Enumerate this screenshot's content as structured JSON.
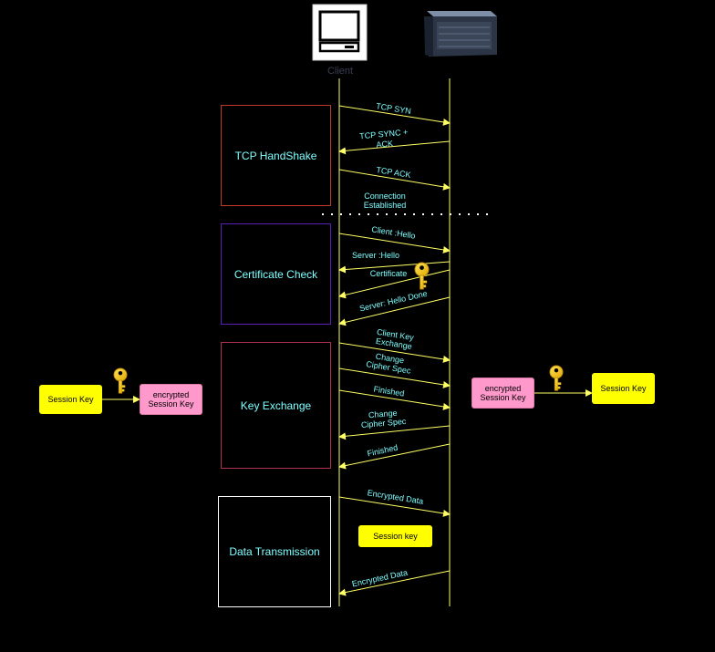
{
  "client_label": "Client",
  "phases": {
    "tcp": "TCP HandShake",
    "cert": "Certificate Check",
    "key": "Key Exchange",
    "data": "Data Transmission"
  },
  "messages": {
    "tcp_syn": "TCP SYN",
    "tcp_sync_ack": [
      "TCP SYNC +",
      "ACK"
    ],
    "tcp_ack": "TCP ACK",
    "established": [
      "Connection",
      "Established"
    ],
    "client_hello": "Client :Hello",
    "server_hello": "Server :Hello",
    "certificate": "Certificate",
    "hello_done": "Server: Hello Done",
    "client_key_exchange": [
      "Client Key",
      "Exchange"
    ],
    "change_cipher_1": [
      "Change",
      "Cipher Spec"
    ],
    "finished_1": "Finished",
    "change_cipher_2": [
      "Change",
      "Cipher Spec"
    ],
    "finished_2": "Finished",
    "encrypted_data_1": "Encrypted Data",
    "encrypted_data_2": "Encrypted Data"
  },
  "left_keys": {
    "session_key": "Session Key",
    "encrypted_session_key": [
      "encrypted",
      "Session Key"
    ]
  },
  "right_keys": {
    "encrypted_session_key": [
      "encrypted",
      "Session Key"
    ],
    "session_key": "Session Key"
  },
  "session_key_center": "Session key",
  "colors": {
    "arrow": "#ffff66",
    "message_text": "#7fffff",
    "tcp_border": "#c0392b",
    "cert_border": "#5a1fb5",
    "key_border": "#b0304f",
    "data_border": "#ffffff",
    "key_yellow": "#ffff00",
    "key_pink": "#ff99cc"
  }
}
